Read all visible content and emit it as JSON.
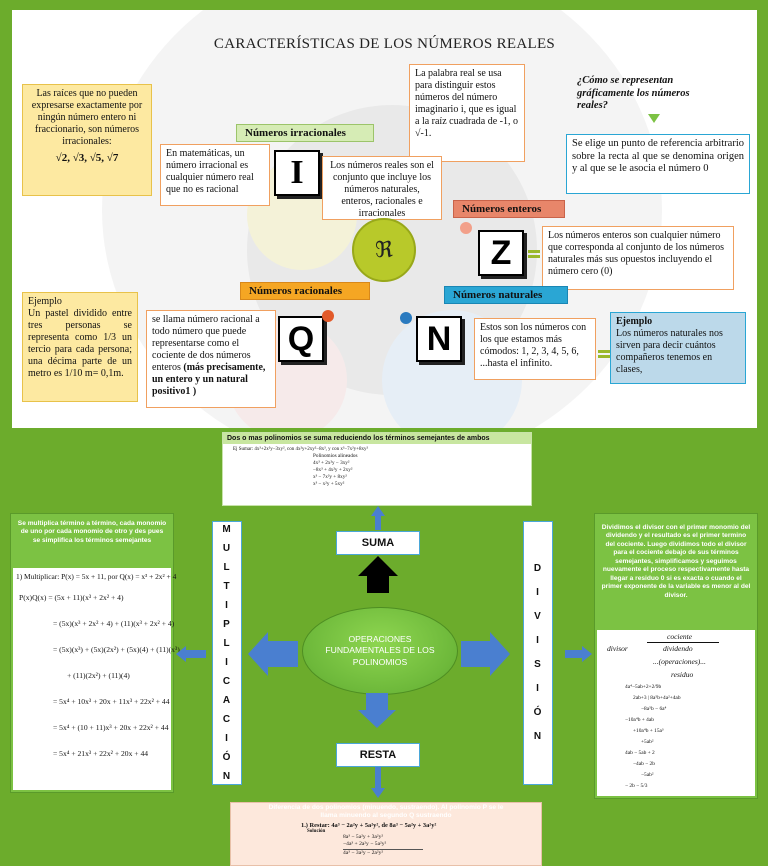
{
  "top": {
    "title": "CARACTERÍSTICAS DE LOS NÚMEROS REALES",
    "center_symbol": "ℜ",
    "roots_text": "Las raíces que no pueden expresarse exactamente por ningún número entero ni fraccionario, son números irracionales:",
    "roots_values": "√2, √3, √5, √7",
    "irracionales_label": "Números irracionales",
    "irracionales_def": "En matemáticas, un número irracional es cualquier número real que no es racional",
    "letter_i": "I",
    "real_word_text": "La palabra real se usa para distinguir estos números del número imaginario i, que es igual a la raíz cuadrada de -1, o √-1.",
    "reales_text": "Los números reales son el conjunto que incluye los números naturales, enteros, racionales e irracionales",
    "question": "¿Cómo se representan gráficamente los números reales?",
    "representation": "Se elige un punto de referencia arbitrario sobre la recta al que se denomina origen y al que se le asocia el número 0",
    "enteros_label": "Números enteros",
    "letter_z": "Z",
    "enteros_def": "Los números enteros son cualquier número que corresponda al conjunto de los números naturales más sus opuestos incluyendo el número cero (0)",
    "racionales_label": "Números racionales",
    "ejemplo_rac_title": "Ejemplo",
    "ejemplo_rac_text": "Un pastel dividido entre tres personas se representa como 1/3 un tercio para cada persona; una décima parte de un metro es 1/10 m= 0,1m.",
    "racional_def": "se llama número racional a todo número que puede representarse como el cociente de dos números enteros",
    "racional_def_bold": "(más precisamente, un entero y un natural positivo1 )",
    "letter_q": "Q",
    "letter_n": "N",
    "naturales_label": "Números naturales",
    "naturales_def": "Estos son los números con los que estamos más cómodos: 1, 2, 3, 4, 5, 6, ...hasta el infinito.",
    "ejemplo_nat_title": "Ejemplo",
    "ejemplo_nat_text": "Los números naturales nos sirven para decir cuántos compañeros tenemos en clases,"
  },
  "bottom": {
    "suma_header": "Dos o mas polinomios se suma reduciendo los términos semejantes de ambos",
    "suma_label": "SUMA",
    "suma_example_line": "Ej Sumar: 4x³+2x²y−3xy², con 4x²y+2xy²−8x³, y con x³−7x²y+8xy²",
    "suma_rows": [
      "Polinomios alineados",
      "4x³ + 2x²y − 3xy²",
      "−8x³ + 4x²y + 2xy²",
      "x³ − 7x²y + 8xy²",
      "x³ − x²y + 5xy²"
    ],
    "center_label": "OPERACIONES FUNDAMENTALES DE LOS POLINOMIOS",
    "mult_vertical": [
      "M",
      "U",
      "L",
      "T",
      "I",
      "P",
      "L",
      "I",
      "C",
      "A",
      "C",
      "I",
      "Ó",
      "N"
    ],
    "mult_text": "Se multiplica término a término, cada monomio de uno por cada monomio de otro y des pues se simplifica los términos semejantes",
    "mult_problem": "1) Multiplicar:  P(x) = 5x + 11,  por  Q(x) = x³ + 2x² + 4",
    "mult_steps": [
      "P(x)Q(x) = (5x + 11)(x³ + 2x² + 4)",
      "= (5x)(x³ + 2x² + 4) + (11)(x³ + 2x² + 4)",
      "= (5x)(x³) + (5x)(2x²) + (5x)(4) + (11)(x³)",
      "+ (11)(2x²) + (11)(4)",
      "= 5x⁴ + 10x³ + 20x + 11x³ + 22x² + 44",
      "= 5x⁴ + (10 + 11)x³ + 20x + 22x² + 44",
      "= 5x⁴ + 21x³ + 22x² + 20x + 44"
    ],
    "div_vertical": [
      "D",
      "I",
      "V",
      "I",
      "S",
      "I",
      "Ó",
      "N"
    ],
    "div_text": "Dividimos el divisor con el primer monomio del dividendo y el resultado es el primer termino del cociente. Luego dividimos todo el divisor para el cociente debajo de sus términos semejantes, simplificamos y seguimos nuevamente el proceso respectivamente hasta llegar a residuo 0 si es exacta o cuando el primer exponente de la variable es menor al del divisor.",
    "div_scheme": [
      "cociente",
      "divisor",
      "dividendo",
      "...(operaciones)...",
      "residuo"
    ],
    "div_steps": [
      "4a⁴−5ab+2+2/9b",
      "2ab+3 | 8a⁵b+4a²+4ab",
      "−8a⁵b − 6a⁴",
      "−10a⁴b + 4ab",
      "+10a⁴b + 15a³",
      "+5ab²",
      "4ab − 5ab + 2",
      "−4ab − 2b",
      "−5ab²",
      "− 2b − 5/3"
    ],
    "resta_label": "RESTA",
    "resta_header": "Diferencia de dos polinomios (minuendo, sustraendo). Al polinomio P se le llama minuendo al segundo Q sustraendo",
    "resta_problem": "1.) Restar:  4a³ − 2a²y + 5a²y²,  de  8a³ − 5a²y + 3a²y²",
    "resta_solution_label": "Solución",
    "resta_rows": [
      "8a³ − 5a²y + 3a²y²",
      "−4a³ + 2a²y − 5a²y²",
      "4a³ − 3a²y − 2a²y²"
    ]
  },
  "colors": {
    "green_bg": "#6cac2c",
    "green_box": "#7cc243",
    "arrow_blue": "#4a7fd0",
    "title_bar": "#c8e6a0",
    "orange": "#f5a623"
  }
}
